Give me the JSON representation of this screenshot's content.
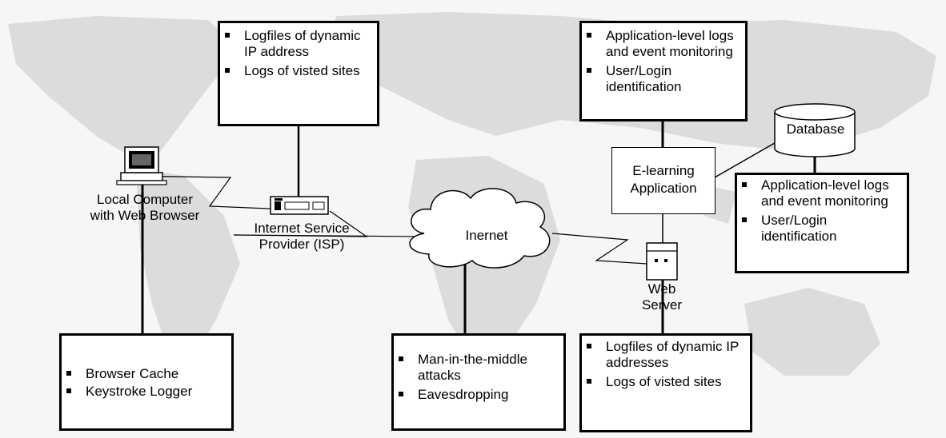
{
  "nodes": {
    "local_computer": {
      "label_line1": "Local Computer",
      "label_line2": "with Web Browser"
    },
    "isp": {
      "label_line1": "Internet Service",
      "label_line2": "Provider (ISP)"
    },
    "internet": {
      "label": "Inernet"
    },
    "web_server": {
      "label_line1": "Web",
      "label_line2": "Server"
    },
    "elearning": {
      "label_line1": "E-learning",
      "label_line2": "Application"
    },
    "database": {
      "label": "Database"
    }
  },
  "boxes": {
    "isp_logs": {
      "items": [
        "Logfiles of dynamic IP address",
        "Logs of visted sites"
      ]
    },
    "app_logs_top": {
      "items": [
        "Application-level logs and event monitoring",
        "User/Login identification"
      ]
    },
    "db_logs": {
      "items": [
        "Application-level logs and event monitoring",
        "User/Login identification"
      ]
    },
    "local_threats": {
      "items": [
        "Browser Cache",
        "Keystroke Logger"
      ]
    },
    "internet_threats": {
      "items": [
        "Man-in-the-middle attacks",
        "Eavesdropping"
      ]
    },
    "server_logs": {
      "items": [
        "Logfiles of dynamic IP addresses",
        "Logs of visted sites"
      ]
    }
  }
}
